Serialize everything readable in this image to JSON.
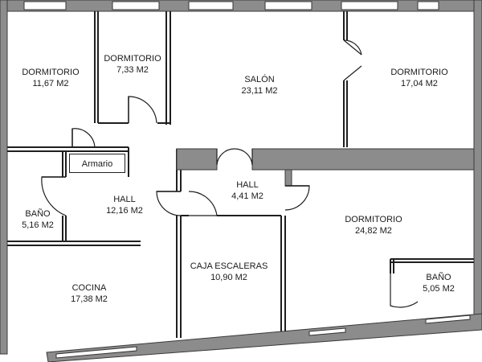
{
  "rooms": {
    "dormitorio_1": {
      "name": "DORMITORIO",
      "area": "11,67 M2"
    },
    "dormitorio_2": {
      "name": "DORMITORIO",
      "area": "7,33 M2"
    },
    "salon": {
      "name": "SALÓN",
      "area": "23,11 M2"
    },
    "dormitorio_3": {
      "name": "DORMITORIO",
      "area": "17,04 M2"
    },
    "armario": {
      "name": "Armario"
    },
    "bano_1": {
      "name": "BAÑO",
      "area": "5,16 M2"
    },
    "hall_1": {
      "name": "HALL",
      "area": "12,16 M2"
    },
    "hall_2": {
      "name": "HALL",
      "area": "4,41 M2"
    },
    "dormitorio_4": {
      "name": "DORMITORIO",
      "area": "24,82 M2"
    },
    "caja_escaleras": {
      "name": "CAJA ESCALERAS",
      "area": "10,90 M2"
    },
    "cocina": {
      "name": "COCINA",
      "area": "17,38 M2"
    },
    "bano_2": {
      "name": "BAÑO",
      "area": "5,05 M2"
    }
  },
  "colors": {
    "wall": "#8c8c8c",
    "wall_dark": "#6e6e6e",
    "line": "#1f1f1f"
  }
}
